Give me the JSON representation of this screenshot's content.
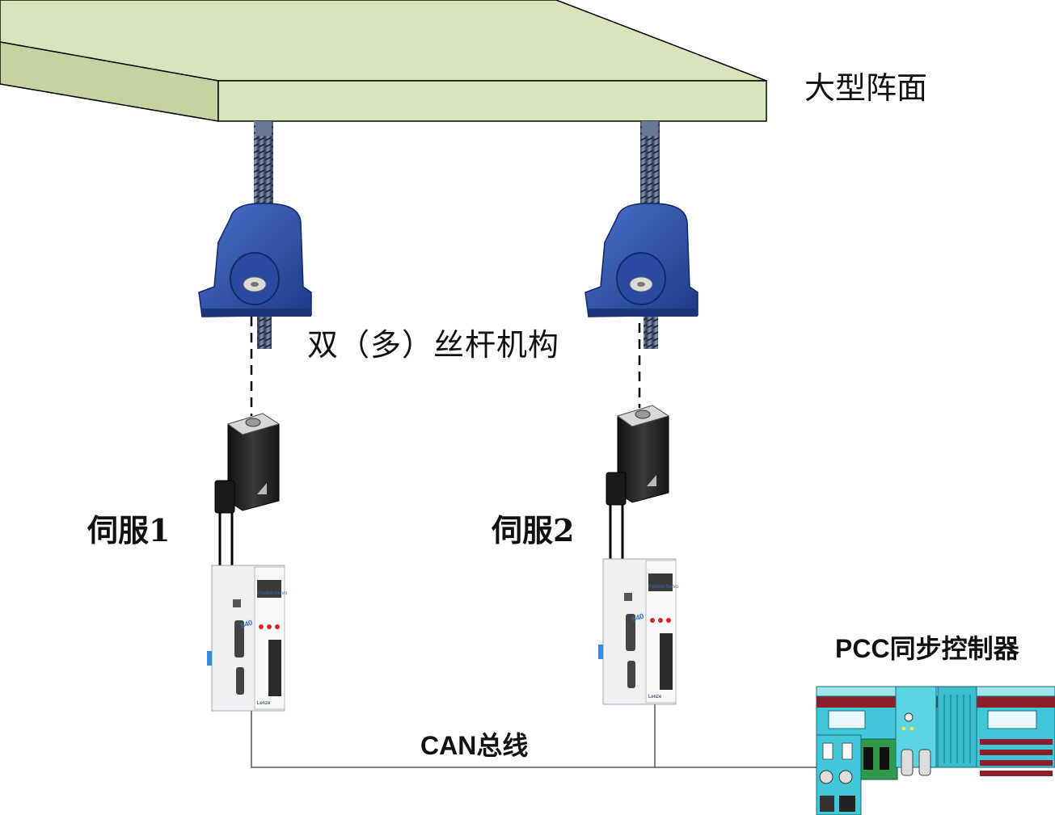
{
  "labels": {
    "large_array": "大型阵面",
    "screw_mechanism": "双（多）丝杆机构",
    "servo_1": "伺服1",
    "servo_2": "伺服2",
    "can_bus": "CAN总线",
    "pcc_controller": "PCC同步控制器"
  },
  "device_marking": {
    "drive_brand": "PositionServo",
    "drive_model": "940",
    "drive_maker": "Lenze"
  },
  "colors": {
    "platform": "#d8e4bc",
    "jack_body": "#2f52a8",
    "screw": "#5a6a88",
    "motor": "#262626",
    "drive": "#f2f4f5",
    "plc": "#40c8d8",
    "plc_red": "#8a1f2a",
    "wire": "#555555"
  },
  "icons": [
    "screw-jack-icon",
    "servo-motor-icon",
    "servo-drive-icon",
    "plc-controller-icon"
  ]
}
